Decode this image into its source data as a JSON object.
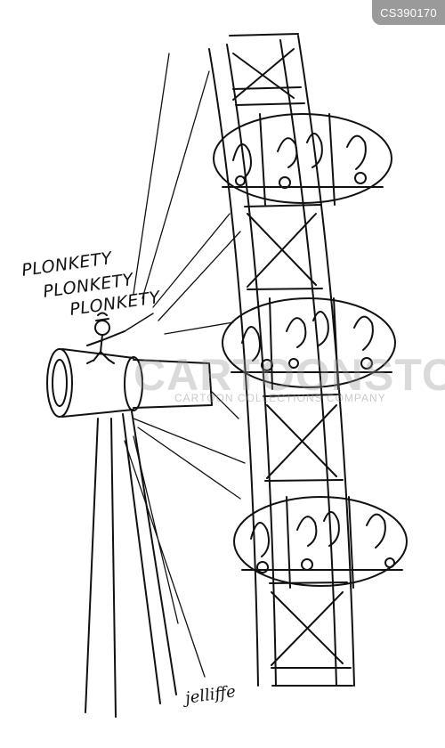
{
  "badge": {
    "id": "CS390170"
  },
  "sound_effects": [
    "PLONKETY",
    "PLONKETY",
    "PLONKETY"
  ],
  "watermark": {
    "main": "CARTOONSTOCK",
    "sub": "CARTOON COLLECTIONS COMPANY"
  },
  "signature": "jelliffe",
  "colors": {
    "ink": "#111111",
    "badge": "#9a9a9a",
    "paper": "#ffffff"
  }
}
